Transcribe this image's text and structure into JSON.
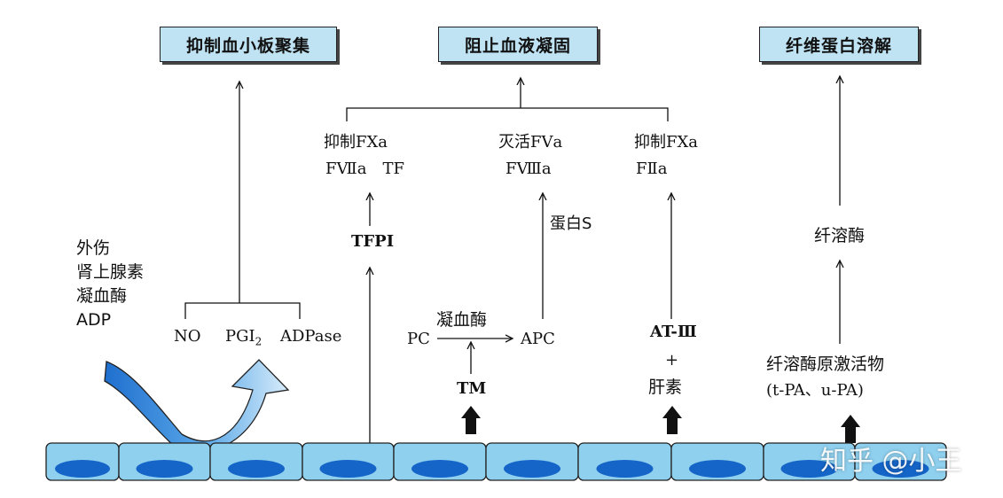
{
  "boxes": {
    "platelet": "抑制血小板聚集",
    "coag": "阻止血液凝固",
    "fibrin": "纤维蛋白溶解"
  },
  "stimuli": [
    "外伤",
    "肾上腺素",
    "凝血酶",
    "ADP"
  ],
  "platelet_factors": {
    "no": "NO",
    "pgi2": "PGI",
    "pgi2_sub": "2",
    "adpase": "ADPase"
  },
  "tfpi": {
    "effect_line1": "抑制FⅩa",
    "effect_line2": "FⅦa　TF",
    "name": "TFPI"
  },
  "apc": {
    "effect_line1": "灭活FⅤa",
    "effect_line2": "FⅧa",
    "cofactor": "蛋白S",
    "pc": "PC",
    "enzyme": "凝血酶",
    "apc": "APC",
    "tm": "TM"
  },
  "at3": {
    "effect_line1": "抑制FⅩa",
    "effect_line2": "FⅡa",
    "name": "AT-Ⅲ",
    "plus": "+",
    "heparin": "肝素"
  },
  "fibrinolysis": {
    "enzyme": "纤溶酶",
    "activator": "纤溶酶原激活物",
    "activator_types": "(t-PA、u-PA)"
  },
  "watermark": "知乎 @小王",
  "colors": {
    "box_fill": "#bfe3f3",
    "cell_fill": "#8fd0ee",
    "nucleus": "#1565c8",
    "arrow_blue": "#3a8fd8"
  }
}
